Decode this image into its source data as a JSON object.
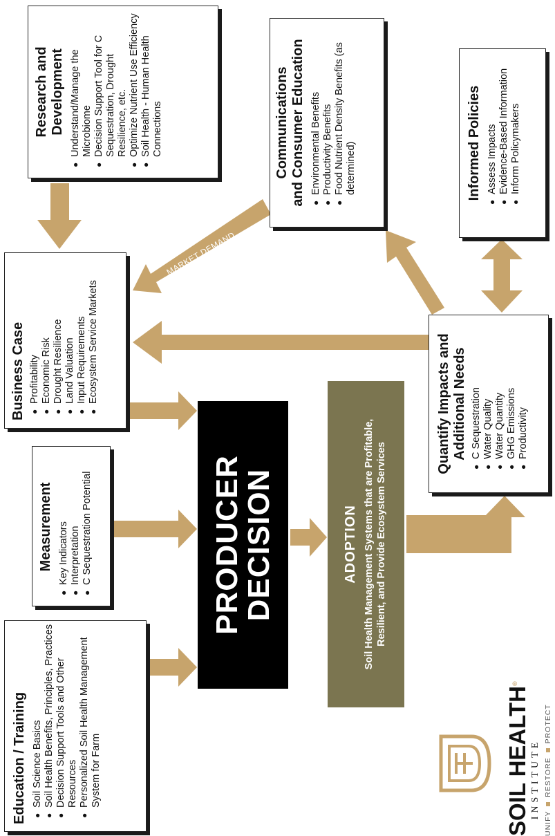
{
  "colors": {
    "arrow": "#c7a46c",
    "adoption_bg": "#7b7550",
    "decision_bg": "#000000"
  },
  "research": {
    "title_line1": "Research and",
    "title_line2": "Development",
    "items": [
      "Understand/Manage the Microbiome",
      "Decision Support Tool for C Sequestration, Drought Resilience, etc.",
      "Optimize Nutrient Use Efficiency",
      "Soil Health - Human Health Connections"
    ]
  },
  "communications": {
    "title_line1": "Communications",
    "title_line2": "and Consumer Education",
    "items": [
      "Environmental Benefits",
      "Productivity Benefits",
      "Food Nutrient Density Benefits (as determined)"
    ]
  },
  "policies": {
    "title": "Informed Policies",
    "items": [
      "Assess Impacts",
      "Evidence-Based Information",
      "Inform Policymakers"
    ]
  },
  "business": {
    "title": "Business Case",
    "items": [
      "Profitability",
      "Economic Risk",
      "Drought Resilience",
      "Land Valuation",
      "Input Requirements",
      "Ecosystem Service Markets"
    ]
  },
  "quantify": {
    "title_line1": "Quantify Impacts and",
    "title_line2": "Additional Needs",
    "items": [
      "C Sequestration",
      "Water Quality",
      "Water Quantity",
      "GHG Emissions",
      "Productivity"
    ]
  },
  "measurement": {
    "title": "Measurement",
    "items": [
      "Key Indicators",
      "Interpretation",
      "C Sequestration Potential"
    ]
  },
  "education": {
    "title": "Education / Training",
    "items": [
      "Soil Science Basics",
      "Soil Health Benefits, Principles, Practices",
      "Decision Support Tools and Other Resources",
      "Personalized Soil Health Management System for Farm"
    ]
  },
  "decision": {
    "line1": "PRODUCER",
    "line2": "DECISION"
  },
  "adoption": {
    "title": "ADOPTION",
    "line1": "Soil Health Management Systems that are Profitable,",
    "line2": "Resilient, and Provide Ecosystem Services"
  },
  "market_demand": "MARKET DEMAND",
  "logo": {
    "name": "SOIL HEALTH",
    "sub": "INSTITUTE",
    "tag_unify": "UNIFY",
    "tag_restore": "RESTORE",
    "tag_protect": "PROTECT",
    "registered": "®"
  }
}
